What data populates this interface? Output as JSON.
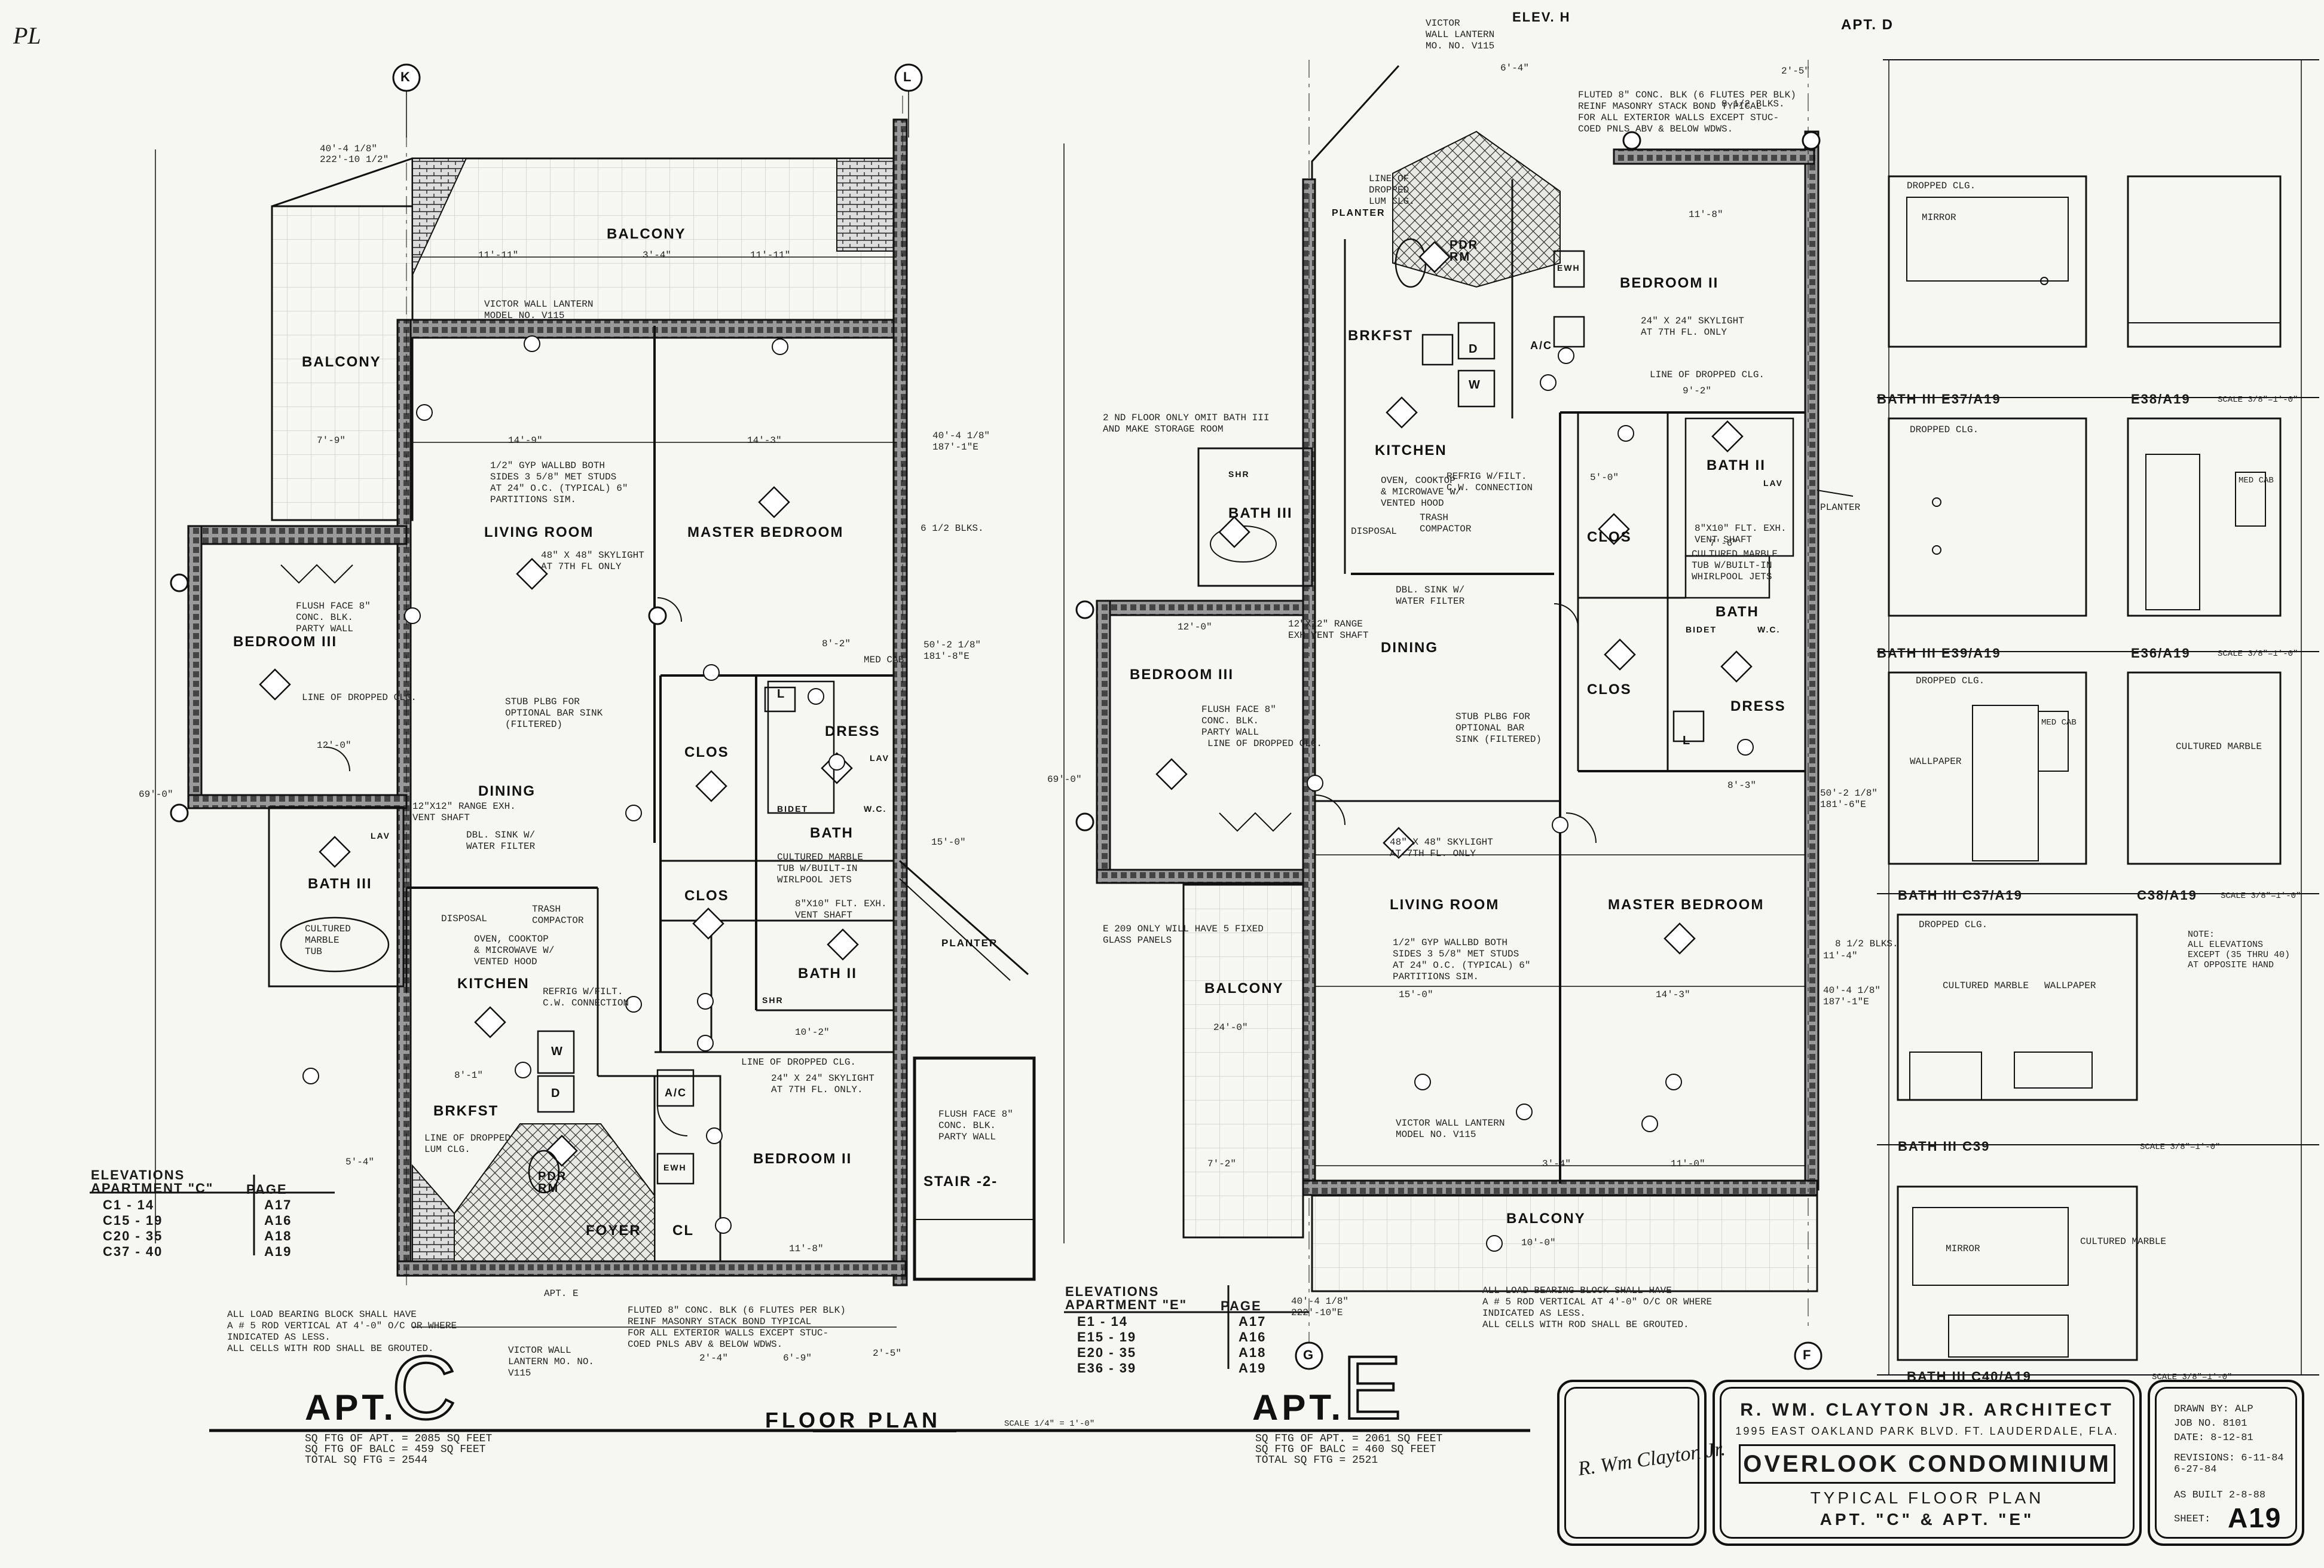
{
  "corner_mark": "PL",
  "sheet": {
    "title_main": "FLOOR PLAN",
    "scale_main": "SCALE 1/4\" = 1'-0\"",
    "apt_word": "APT.",
    "apt_c_letter": "C",
    "apt_e_letter": "E",
    "apt_c_area": "SQ FTG OF APT. = 2085 SQ FEET\nSQ FTG OF BALC = 459 SQ FEET\nTOTAL SQ FTG = 2544",
    "apt_e_area": "SQ FTG OF APT. = 2061 SQ FEET\nSQ FTG OF BALC = 460 SQ FEET\nTOTAL SQ FTG = 2521",
    "apt_d_label": "APT. D",
    "elev_label": "ELEV. H"
  },
  "grid_bubbles": {
    "k": "K",
    "l": "L",
    "g": "G",
    "f": "F"
  },
  "apt_c_rooms": {
    "balcony_top": "BALCONY",
    "balcony_side": "BALCONY",
    "living": "LIVING ROOM",
    "master": "MASTER BEDROOM",
    "bed3": "BEDROOM III",
    "dining": "DINING",
    "kitchen": "KITCHEN",
    "bath3": "BATH III",
    "bath": "BATH",
    "bath2": "BATH II",
    "dress": "DRESS",
    "clos1": "CLOS",
    "clos2": "CLOS",
    "brkfst": "BRKFST",
    "pdr": "PDR RM",
    "foyer": "FOYER",
    "cl": "CL",
    "bed2": "BEDROOM II",
    "stair": "STAIR -2-",
    "planter": "PLANTER",
    "ac": "A/C",
    "ewh": "EWH",
    "w": "W",
    "d": "D",
    "l": "L",
    "lav1": "LAV",
    "lav2": "LAV",
    "wc": "W.C.",
    "bidet": "BIDET",
    "shr": "SHR"
  },
  "apt_e_rooms": {
    "balcony_bottom": "BALCONY",
    "balcony_side": "BALCONY",
    "living": "LIVING ROOM",
    "master": "MASTER BEDROOM",
    "bed3": "BEDROOM III",
    "dining": "DINING",
    "kitchen": "KITCHEN",
    "bath3": "BATH III",
    "bath": "BATH",
    "bath2": "BATH II",
    "dress": "DRESS",
    "clos1": "CLOS",
    "clos2": "CLOS",
    "brkfst": "BRKFST",
    "pdr": "PDR RM",
    "bed2": "BEDROOM II",
    "planter": "PLANTER",
    "ac": "A/C",
    "ewh": "EWH",
    "w": "W",
    "d": "D",
    "l": "L",
    "shr": "SHR",
    "bidet": "BIDET",
    "wc": "W.C.",
    "lav": "LAV"
  },
  "apt_c_notes": {
    "lantern_top": "VICTOR WALL LANTERN\nMODEL NO. V115",
    "partitions": "1/2\" GYP WALLBD BOTH\nSIDES 3 5/8\" MET STUDS\nAT 24\" O.C. (TYPICAL) 6\"\nPARTITIONS SIM.",
    "skylight_living": "48\" X 48\" SKYLIGHT\nAT 7TH FL ONLY",
    "party_wall": "FLUSH FACE 8\"\nCONC. BLK.\nPARTY WALL",
    "dropped_clg": "LINE OF DROPPED CLG.",
    "stub_plbg": "STUB PLBG FOR\nOPTIONAL BAR SINK\n(FILTERED)",
    "range_exh": "12\"X12\" RANGE EXH.\nVENT SHAFT",
    "dbl_sink": "DBL. SINK W/\nWATER FILTER",
    "trash": "TRASH\nCOMPACTOR",
    "disposal": "DISPOSAL",
    "oven": "OVEN, COOKTOP\n& MICROWAVE W/\nVENTED HOOD",
    "refrig": "REFRIG W/FILT.\nC.W. CONNECTION",
    "cultured_tub": "CULTURED\nMARBLE\nTUB",
    "cultured_marble": "CULTURED MARBLE\nTUB W/BUILT-IN\nWIRLPOOL JETS",
    "exh_shaft": "8\"X10\" FLT. EXH.\nVENT SHAFT",
    "skylight_bed2": "24\" X 24\" SKYLIGHT\nAT 7TH FL. ONLY.",
    "dropped_clg2": "LINE OF DROPPED CLG.",
    "flush_face_stair": "FLUSH FACE 8\"\nCONC. BLK.\nPARTY WALL",
    "dropped_lum": "LINE OF DROPPED\nLUM CLG.",
    "med_cab": "MED CAB",
    "fluted": "FLUTED 8\" CONC. BLK (6 FLUTES PER BLK)\nREINF MASONRY STACK BOND TYPICAL\nFOR ALL EXTERIOR WALLS EXCEPT STUC-\nCOED PNLS ABV & BELOW WDWS.",
    "lantern_bottom": "VICTOR WALL\nLANTERN MO. NO.\nV115",
    "load_bearing": "ALL LOAD BEARING BLOCK SHALL HAVE\nA # 5 ROD VERTICAL AT 4'-0\" O/C OR WHERE\nINDICATED AS LESS.\nALL CELLS WITH ROD SHALL BE GROUTED.",
    "apt_e_link": "APT. E"
  },
  "apt_e_notes": {
    "omit_bath": "2 ND FLOOR ONLY OMIT BATH III\nAND MAKE STORAGE ROOM",
    "fixed_glass": "E 209 ONLY WILL HAVE 5 FIXED\nGLASS PANELS",
    "party_wall": "FLUSH FACE 8\"\nCONC. BLK.\nPARTY WALL",
    "dropped_clg": "LINE OF DROPPED CLG.",
    "stub_plbg": "STUB PLBG FOR\nOPTIONAL BAR\nSINK (FILTERED)",
    "skylight_living": "48\" X 48\" SKYLIGHT\nAT 7TH FL. ONLY",
    "partitions": "1/2\" GYP WALLBD BOTH\nSIDES 3 5/8\" MET STUDS\nAT 24\" O.C. (TYPICAL) 6\"\nPARTITIONS SIM.",
    "range_exh": "12\"X12\" RANGE\nEXH VENT SHAFT",
    "dbl_sink": "DBL. SINK W/\nWATER FILTER",
    "oven": "OVEN, COOKTOP\n& MICROWAVE W/\nVENTED HOOD",
    "trash": "TRASH\nCOMPACTOR",
    "refrig": "REFRIG W/FILT.\nC.W. CONNECTION",
    "disposal": "DISPOSAL",
    "skylight_bed2": "24\" X 24\" SKYLIGHT\nAT 7TH FL. ONLY",
    "dropped_clg2": "LINE OF DROPPED CLG.",
    "cultured": "CULTURED MARBLE\nTUB W/BUILT-IN\nWHIRLPOOL JETS",
    "exh_shaft": "8\"X10\" FLT. EXH.\nVENT SHAFT",
    "lantern_top": "VICTOR\nWALL LANTERN\nMO. NO. V115",
    "lantern_bottom": "VICTOR WALL LANTERN\nMODEL NO. V115",
    "fluted": "FLUTED 8\" CONC. BLK (6 FLUTES PER BLK)\nREINF MASONRY STACK BOND TYPICAL\nFOR ALL EXTERIOR WALLS EXCEPT STUC-\nCOED PNLS ABV & BELOW WDWS.",
    "load_bearing": "ALL LOAD BEARING BLOCK SHALL HAVE\nA # 5 ROD VERTICAL AT 4'-0\" O/C OR WHERE\nINDICATED AS LESS.\nALL CELLS WITH ROD SHALL BE GROUTED.",
    "planter": "PLANTER",
    "dropped_lum": "LINE OF\nDROPPED\nLUM CLG."
  },
  "elevations_c": {
    "heading": "ELEVATIONS\nAPARTMENT \"C\"",
    "page_heading": "PAGE",
    "rows": [
      {
        "range": "C1 - 14",
        "page": "A17"
      },
      {
        "range": "C15 - 19",
        "page": "A16"
      },
      {
        "range": "C20 - 35",
        "page": "A18"
      },
      {
        "range": "C37 - 40",
        "page": "A19"
      }
    ]
  },
  "elevations_e": {
    "heading": "ELEVATIONS\nAPARTMENT \"E\"",
    "page_heading": "PAGE",
    "rows": [
      {
        "range": "E1 - 14",
        "page": "A17"
      },
      {
        "range": "E15 - 19",
        "page": "A16"
      },
      {
        "range": "E20 - 35",
        "page": "A18"
      },
      {
        "range": "E36 - 39",
        "page": "A19"
      }
    ]
  },
  "elevation_details": [
    {
      "title": "BATH III  E37/A19",
      "notes": [
        "DROPPED CLG.",
        "MIRROR"
      ]
    },
    {
      "title": "E38/A19",
      "scale": "SCALE 3/8\"=1'-0\""
    },
    {
      "title": "BATH III  E39/A19",
      "notes": [
        "DROPPED CLG.",
        "MED CAB"
      ]
    },
    {
      "title": "E36/A19",
      "scale": "SCALE 3/8\"=1'-0\""
    },
    {
      "title": "BATH III  C37/A19",
      "notes": [
        "DROPPED CLG.",
        "WALLPAPER",
        "MED CAB",
        "CULTURED MARBLE"
      ]
    },
    {
      "title": "C38/A19",
      "scale": "SCALE 3/8\"=1'-0\""
    },
    {
      "title": "BATH III  C39",
      "notes": [
        "DROPPED CLG.",
        "CULTURED MARBLE",
        "WALLPAPER"
      ],
      "scale": "SCALE 3/8\"=1'-0\""
    },
    {
      "title": "BATH III  C40/A19",
      "notes": [
        "MIRROR",
        "CULTURED MARBLE"
      ],
      "scale": "SCALE 3/8\"=1'-0\""
    }
  ],
  "detail_note": "NOTE:\nALL ELEVATIONS\nEXCEPT (35 THRU 40)\nAT OPPOSITE HAND",
  "title_block": {
    "signature": "R. Wm Clayton Jr.",
    "architect": "R. WM. CLAYTON JR. ARCHITECT",
    "address": "1995 EAST OAKLAND PARK BLVD.  FT. LAUDERDALE, FLA.",
    "project": "OVERLOOK CONDOMINIUM",
    "sheet_title": "TYPICAL FLOOR PLAN",
    "sheet_sub": "APT. \"C\" & APT. \"E\"",
    "drawn": "DRAWN BY: ALP",
    "job": "JOB NO. 8101",
    "date": "DATE: 8-12-81",
    "revisions": "REVISIONS: 6-11-84\n6-27-84",
    "as_built": "AS BUILT 2-8-88",
    "sheet_label": "SHEET:",
    "sheet_no": "A19"
  },
  "dims_c": {
    "d1": "40'-4 1/8\"",
    "d2": "222'-10 1/2\"",
    "d3": "11'-11\"",
    "d4": "3'-4\"",
    "d5": "11'-11\"",
    "d6": "7'-9\"",
    "d7": "14'-9\"",
    "d8": "14'-3\"",
    "d9": "12'-0\"",
    "d10": "8'-2\"",
    "d11": "10'-2\"",
    "d12": "11'-8\"",
    "d13": "5'-4\"",
    "d14": "8'-1\"",
    "d15": "2'-4\"",
    "d16": "6'-9\"",
    "d17": "2'-5\"",
    "d18": "69'-0\"",
    "d19": "6 1/2 BLKS.",
    "d20": "40'-4 1/8\"\n187'-1\"E",
    "d21": "50'-2 1/8\"\n181'-8\"E",
    "d22": "15'-0\""
  },
  "dims_e": {
    "d1": "12'-0\"",
    "d2": "15'-0\"",
    "d3": "14'-3\"",
    "d4": "7'-2\"",
    "d5": "3'-4\"",
    "d6": "11'-0\"",
    "d7": "11'-8\"",
    "d8": "9'-2\"",
    "d9": "6'-4\"",
    "d10": "2'-5\"",
    "d11": "5'-0\"",
    "d12": "7'-6\"",
    "d13": "8'-3\"",
    "d14": "24'-0\"",
    "d15": "10'-0\"",
    "d16": "40'-4 1/8\"\n222'-10\"E",
    "d17": "40'-4 1/8\"\n187'-1\"E",
    "d18": "50'-2 1/8\"\n181'-6\"E",
    "d19": "8 1/2 BLKS.",
    "d20": "8 1/2 BLKS.",
    "d21": "69'-0\"",
    "d22": "11'-4\""
  }
}
